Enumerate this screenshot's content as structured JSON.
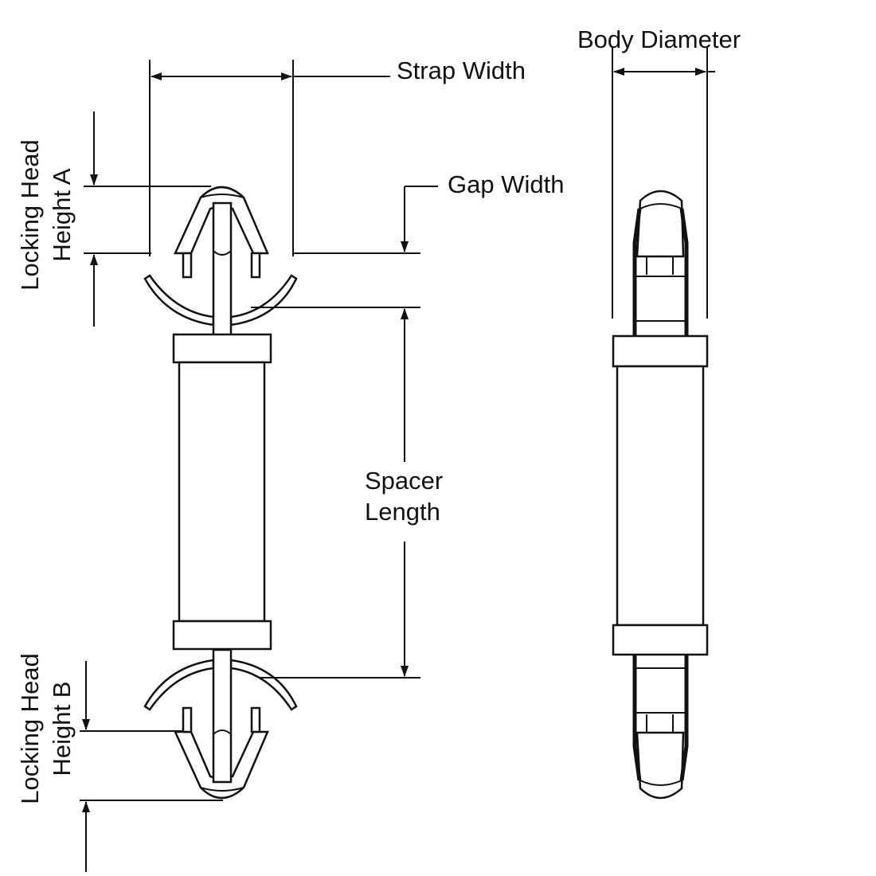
{
  "labels": {
    "strap_width": "Strap Width",
    "body_diameter": "Body Diameter",
    "gap_width": "Gap Width",
    "spacer_length_line1": "Spacer",
    "spacer_length_line2": "Length",
    "head_a_line1": "Locking Head",
    "head_a_line2": "Height A",
    "head_b_line1": "Locking Head",
    "head_b_line2": "Height B"
  },
  "colors": {
    "line": "#111111",
    "background": "#ffffff"
  }
}
